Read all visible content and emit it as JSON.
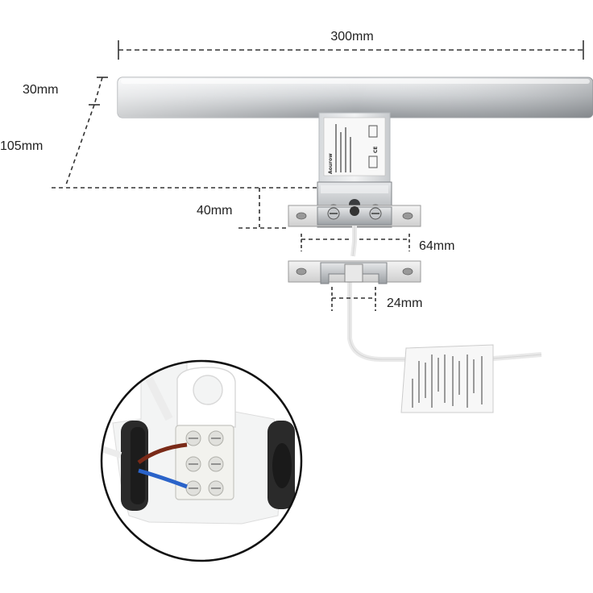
{
  "dimensions": {
    "width_label": "300mm",
    "height_bar_label": "30mm",
    "projection_label": "105mm",
    "bracket_height_label": "40mm",
    "bracket_holes_label": "64mm",
    "clip_width_label": "24mm"
  },
  "product_label": {
    "brand": "Aourow",
    "mark": "CE"
  },
  "colors": {
    "dash": "#333333",
    "bar_light": "#e4e6e8",
    "bar_dark": "#9ea2a6",
    "wire_brown": "#7a2a18",
    "wire_blue": "#2a63c9"
  }
}
